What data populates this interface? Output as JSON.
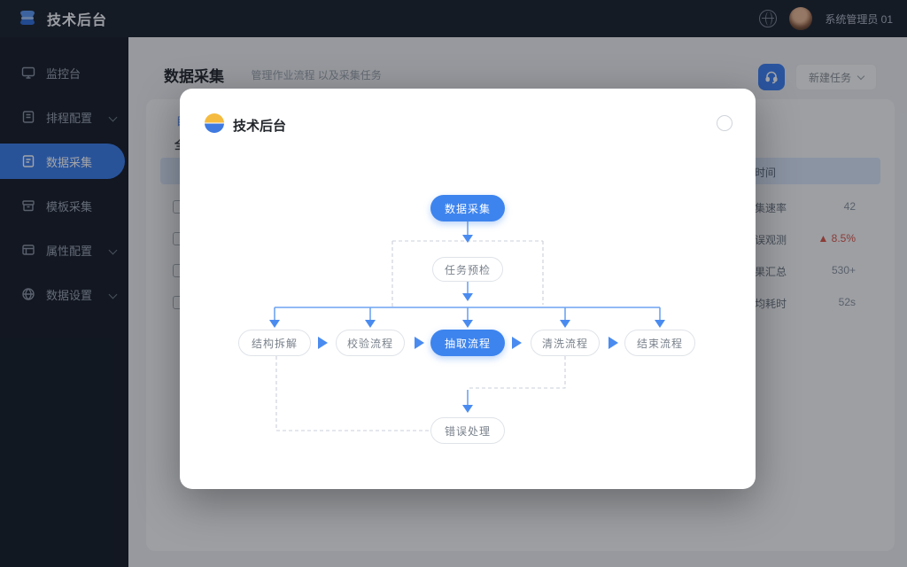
{
  "brand": {
    "name": "技术后台"
  },
  "topbar": {
    "username": "系统管理员 01"
  },
  "sidebar": {
    "items": [
      {
        "label": "监控台",
        "active": false,
        "chevron": false
      },
      {
        "label": "排程配置",
        "active": false,
        "chevron": true
      },
      {
        "label": "数据采集",
        "active": true,
        "chevron": false
      },
      {
        "label": "模板采集",
        "active": false,
        "chevron": false
      },
      {
        "label": "属性配置",
        "active": false,
        "chevron": true
      },
      {
        "label": "数据设置",
        "active": false,
        "chevron": true
      }
    ]
  },
  "page": {
    "title": "数据采集",
    "subtitle": "管理作业流程 以及采集任务",
    "new_task": "新建任务"
  },
  "panel": {
    "filter_link": "目前筛选",
    "section_title": "全部作业",
    "table_header": "操作时间",
    "stats": [
      {
        "label": "采集速率",
        "value": "42",
        "alert": false
      },
      {
        "label": "错误观测",
        "value": "▲ 8.5%",
        "alert": true
      },
      {
        "label": "结果汇总",
        "value": "530+",
        "alert": false
      },
      {
        "label": "平均耗时",
        "value": "52s",
        "alert": false
      }
    ]
  },
  "modal": {
    "brand": "技术后台",
    "flow": {
      "start": "数据采集",
      "precheck": "任务预检",
      "steps": [
        "结构拆解",
        "校验流程",
        "抽取流程",
        "清洗流程",
        "结束流程"
      ],
      "active_step": "抽取流程",
      "error": "错误处理"
    }
  },
  "colors": {
    "accent": "#3d7ff0",
    "alert": "#d9574a",
    "sidebar": "#151c27"
  }
}
